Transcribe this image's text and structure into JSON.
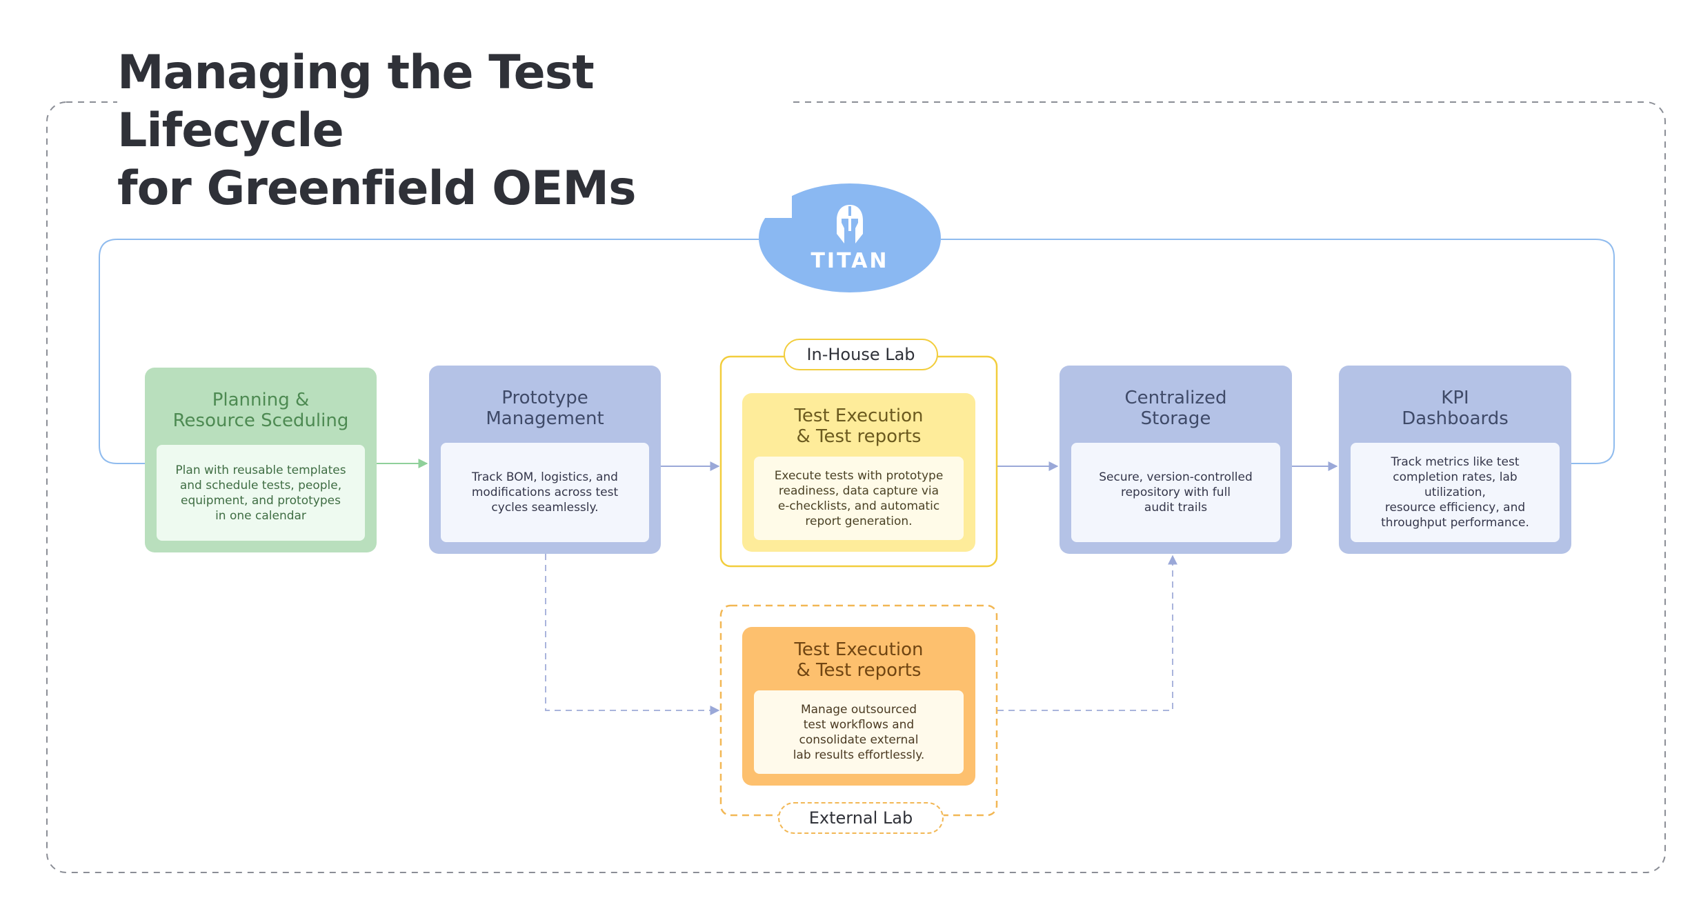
{
  "title": {
    "line1": "Managing the Test Lifecycle",
    "line2": "for Greenfield OEMs"
  },
  "logo": {
    "icon": "spartan-helmet-icon",
    "text": "TITAN",
    "color": "#8ab8f2"
  },
  "labs": {
    "in_house": "In-House Lab",
    "external": "External Lab"
  },
  "steps": [
    {
      "title": "Planning &\nResource Sceduling",
      "body": "Plan with reusable templates\nand schedule tests, people,\nequipment, and prototypes\nin one calendar",
      "color": "#b9dfbd"
    },
    {
      "title": "Prototype\nManagement",
      "body": "Track BOM, logistics, and\nmodifications across test\ncycles seamlessly.",
      "color": "#b4c2e6"
    },
    {
      "title": "Test Execution\n& Test reports",
      "body": "Execute tests with prototype\nreadiness, data capture via\ne-checklists, and automatic\nreport generation.",
      "color": "#feec9a"
    },
    {
      "title": "Centralized\nStorage",
      "body": "Secure, version-controlled\nrepository with full\naudit trails",
      "color": "#b4c2e6"
    },
    {
      "title": "KPI\nDashboards",
      "body": "Track metrics like test\ncompletion rates, lab utilization,\nresource efficiency, and\nthroughput performance.",
      "color": "#b4c2e6"
    },
    {
      "title": "Test Execution\n& Test reports",
      "body": "Manage outsourced\ntest workflows and\nconsolidate external\nlab results effortlessly.",
      "color": "#fdc06e"
    }
  ]
}
